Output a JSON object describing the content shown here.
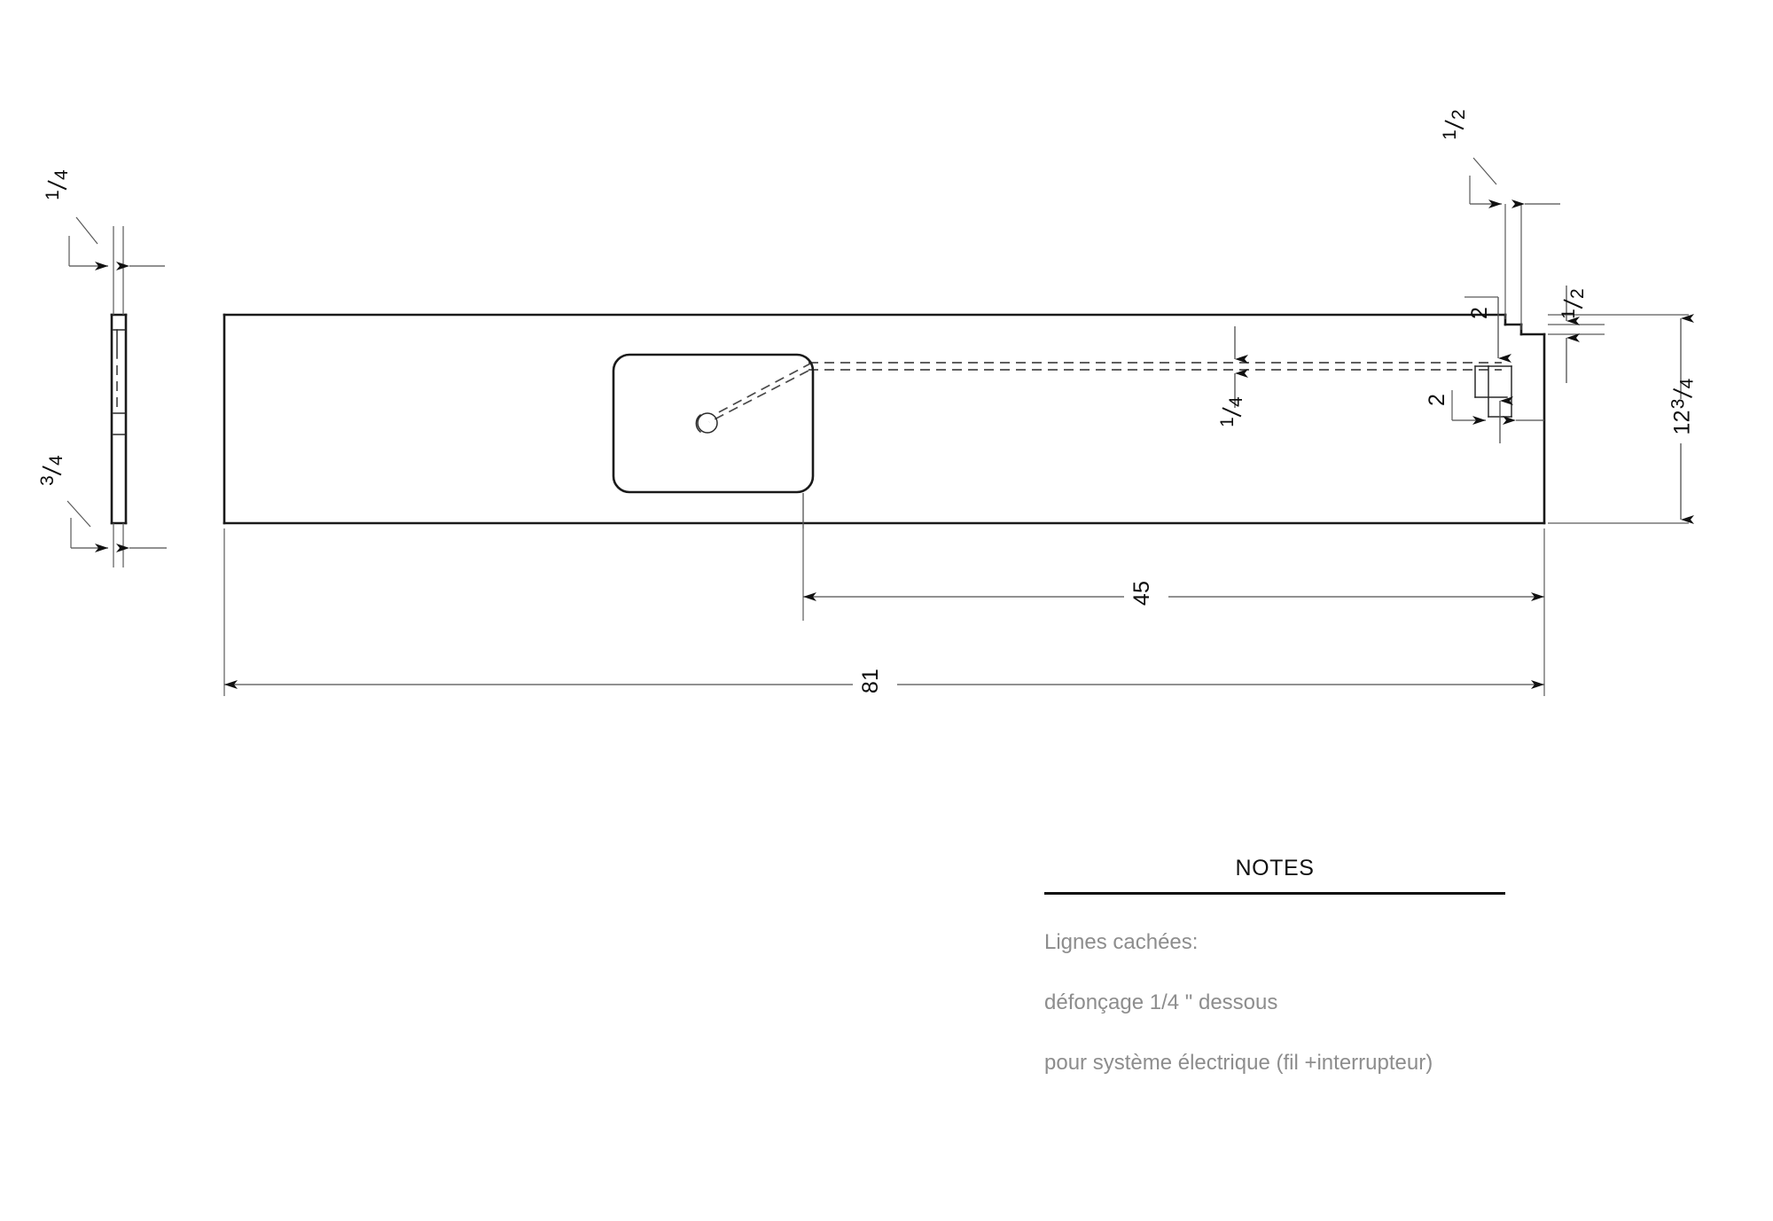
{
  "drawing": {
    "type": "mechanical-part-drawing",
    "description": "Orthographic drawing of a long rectangular board (shelf / desk top) with an underside routed channel, a rounded-rectangle recess containing a switch hole, and a notched end detail. Left side shows an edge (thickness) view.",
    "units": "inches",
    "views": [
      {
        "name": "edge-view",
        "label": "edge view (left)"
      },
      {
        "name": "face-view",
        "label": "face view (main)"
      }
    ]
  },
  "dimensions": {
    "edge_thickness_top": {
      "whole": "",
      "num": "1",
      "den": "4",
      "rotated": true
    },
    "edge_thickness_bottom": {
      "whole": "",
      "num": "3",
      "den": "4",
      "rotated": true
    },
    "notch_top_width": {
      "whole": "",
      "num": "1",
      "den": "2",
      "rotated": true
    },
    "notch_depth_right": {
      "whole": "",
      "num": "1",
      "den": "2",
      "rotated": true
    },
    "notch_offset_top": {
      "whole": "2",
      "num": "",
      "den": "",
      "rotated": true
    },
    "pocket_width": {
      "whole": "2",
      "num": "",
      "den": "",
      "rotated": true
    },
    "channel_width": {
      "whole": "",
      "num": "1",
      "den": "4",
      "rotated": true
    },
    "board_height": {
      "whole": "12",
      "num": "3",
      "den": "4",
      "rotated": true
    },
    "recess_to_end": {
      "whole": "45",
      "num": "",
      "den": "",
      "rotated": true
    },
    "overall_length": {
      "whole": "81",
      "num": "",
      "den": "",
      "rotated": true
    }
  },
  "notes": {
    "title": "NOTES",
    "lines": [
      "Lignes cachées:",
      "défonçage 1/4 \" dessous",
      "pour système électrique (fil +interrupteur)"
    ]
  },
  "colors": {
    "object_line": "#1a1a1a",
    "hidden_line": "#4a4a4a",
    "dimension_line": "#4f4f4f",
    "note_text": "#8d8d8d",
    "title_text": "#111111",
    "background": "#ffffff"
  },
  "features": {
    "recess": {
      "name": "rounded-rectangle-recess",
      "shape": "rounded-rectangle"
    },
    "switch_hole": {
      "name": "switch-hole",
      "shape": "circle"
    },
    "channel": {
      "name": "hidden-wire-channel",
      "style": "dashed"
    },
    "end_notch": {
      "name": "end-notch-step"
    },
    "end_pocket": {
      "name": "end-pocket"
    }
  }
}
